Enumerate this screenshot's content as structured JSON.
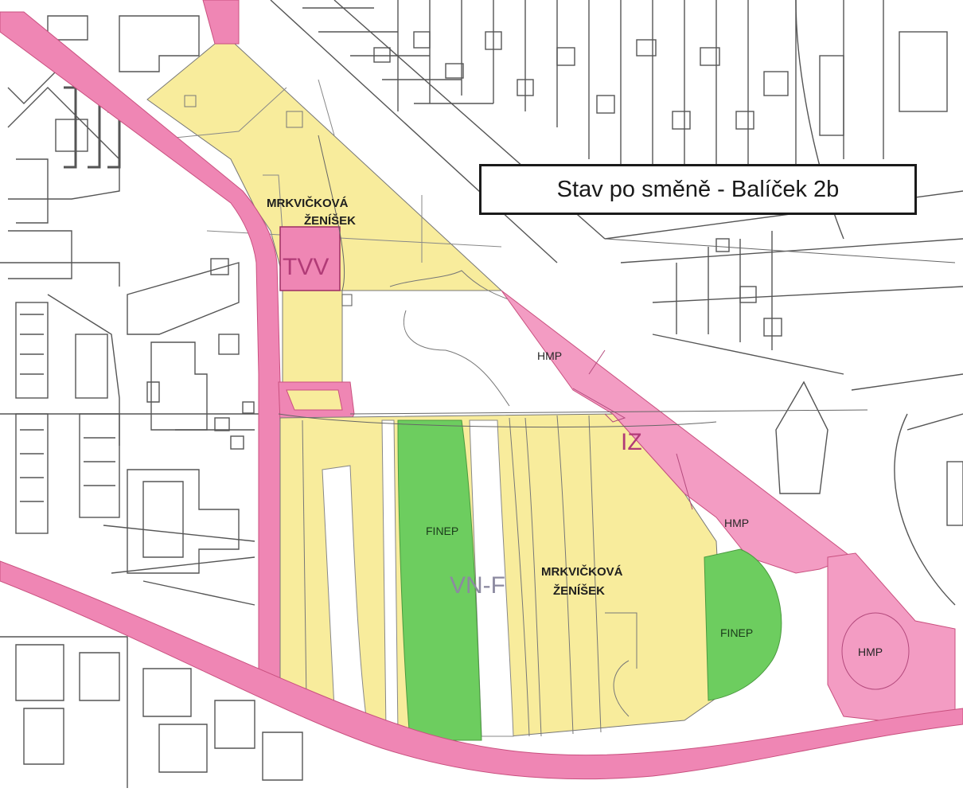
{
  "map": {
    "title": "Stav po směně - Balíček 2b",
    "colors": {
      "road_pink": "#ef86b4",
      "zone_pink": "#f39cc3",
      "yellow": "#f8ec9c",
      "green": "#6dcd5f",
      "white": "#ffffff",
      "line": "#555555"
    },
    "labels": {
      "owner_top_line1": "MRKVIČKOVÁ",
      "owner_top_line2": "ŽENÍŠEK",
      "tvv": "TVV",
      "hmp_top": "HMP",
      "iz": "IZ",
      "hmp_mid": "HMP",
      "finep_left": "FINEP",
      "vnf": "VN-F",
      "owner_bottom_line1": "MRKVIČKOVÁ",
      "owner_bottom_line2": "ŽENÍŠEK",
      "finep_right": "FINEP",
      "hmp_right": "HMP"
    }
  }
}
